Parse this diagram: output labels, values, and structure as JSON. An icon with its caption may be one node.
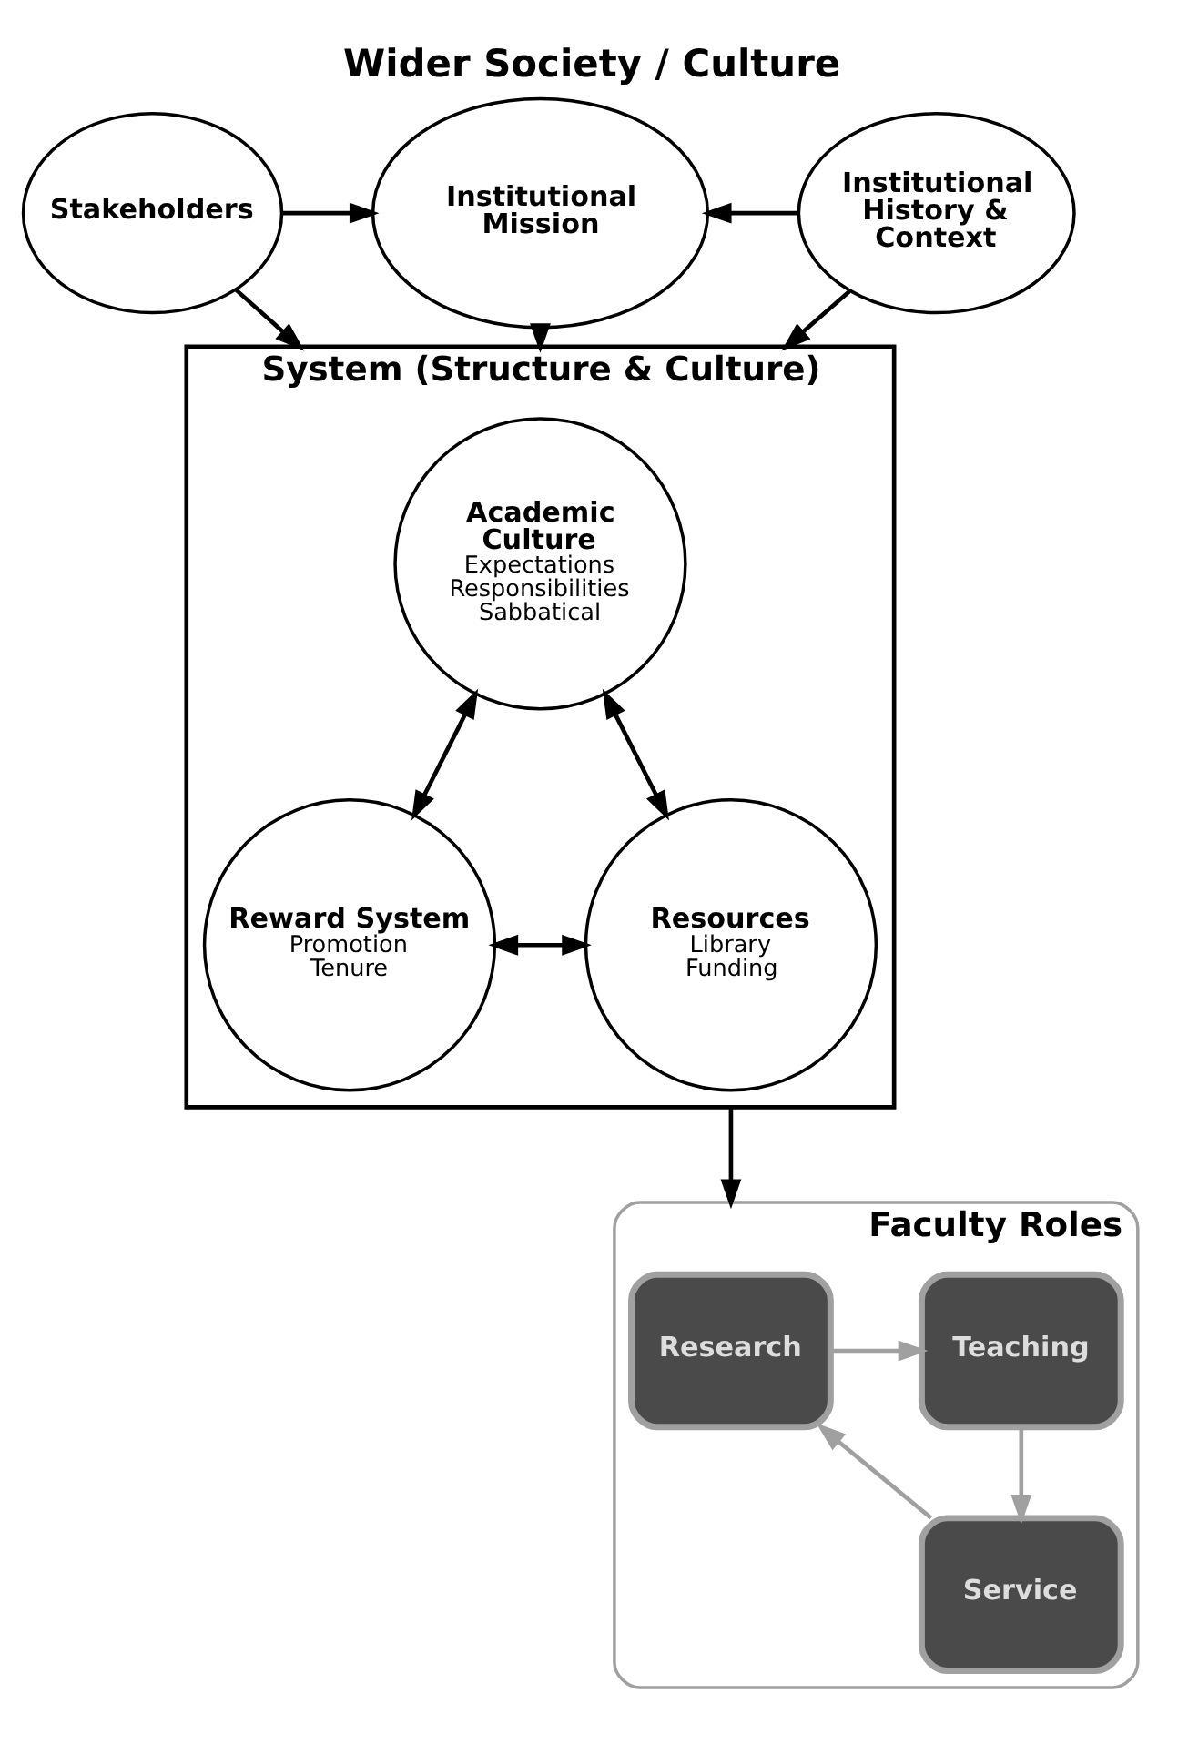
{
  "diagram": {
    "title": "Wider Society / Culture",
    "nodes": [
      {
        "text": [
          "Stakeholders"
        ]
      },
      {
        "text": [
          "Institutional Mission"
        ]
      },
      {
        "text": [
          "Institutional History & Context"
        ]
      },
      {
        "text": [
          "System (Structure & Culture)"
        ]
      },
      {
        "text": [
          "Academic Culture",
          "Expectations Responsibilities Sabbatical"
        ],
        "in": 3
      },
      {
        "text": [
          "Reward System",
          "Promotion Tenure"
        ],
        "in": 3
      },
      {
        "text": [
          "Resources",
          "Library Funding"
        ],
        "in": 3
      },
      {
        "text": [
          "Faculty Roles"
        ]
      },
      {
        "text": [
          "Research"
        ],
        "in": 7
      },
      {
        "text": [
          "Teaching"
        ],
        "in": 7
      },
      {
        "text": [
          "Service"
        ],
        "in": 7
      }
    ],
    "edges": [
      {
        "from": 0,
        "to": 1,
        "arrow": "to"
      },
      {
        "from": 2,
        "to": 1,
        "arrow": "to"
      },
      {
        "from": 0,
        "to": 3,
        "arrow": "to"
      },
      {
        "from": 1,
        "to": 3,
        "arrow": "to"
      },
      {
        "from": 2,
        "to": 3,
        "arrow": "to"
      },
      {
        "from": 4,
        "to": 5,
        "arrow": "both"
      },
      {
        "from": 4,
        "to": 6,
        "arrow": "both"
      },
      {
        "from": 5,
        "to": 6,
        "arrow": "both"
      },
      {
        "from": 3,
        "to": 7,
        "arrow": "to"
      },
      {
        "from": 8,
        "to": 9,
        "arrow": "to",
        "color": "#a0a0a0"
      },
      {
        "from": 9,
        "to": 10,
        "arrow": "to",
        "color": "#a0a0a0"
      },
      {
        "from": 10,
        "to": 8,
        "arrow": "to",
        "color": "#a0a0a0"
      }
    ]
  }
}
